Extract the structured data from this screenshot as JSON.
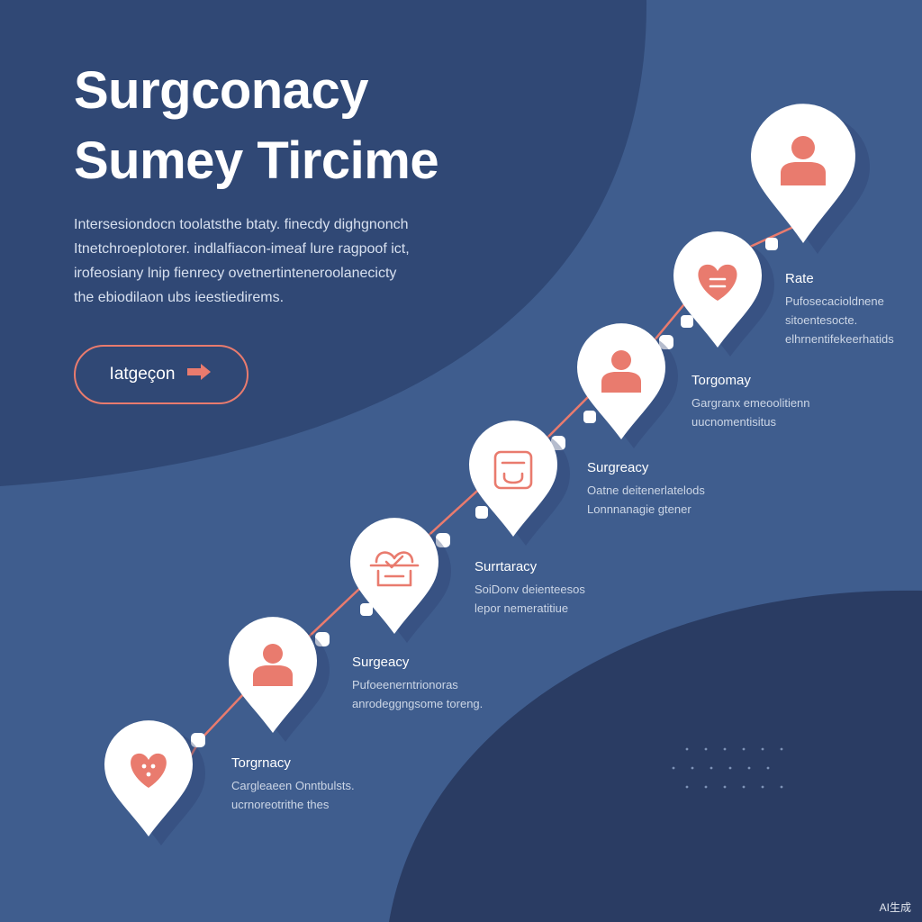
{
  "colors": {
    "background": "#3f5d8e",
    "dark_panel": "#2b3e66",
    "accent": "#e97b6e",
    "pin": "#ffffff"
  },
  "header": {
    "title_line1": "Surgconacy",
    "title_line2": "Sumey Tircime",
    "intro_lines": [
      "Intersesiondocn toolatsthe btaty. finecdy dighgnonch",
      "Itnetchroeplotorer. indlalfiacon-imeaf lure ragpoof ict,",
      "irofeosiany lnip fienrecy ovetnertinteneroolanecicty",
      "the ebiodilaon ubs ieestiedirems."
    ]
  },
  "cta": {
    "label": "Iatgeçon",
    "icon": "arrow-right-icon"
  },
  "timeline": {
    "steps": [
      {
        "title": "Torgrnacy",
        "desc_lines": [
          "Cargleaeen Onntbulsts.",
          "ucrnoreotrithe thes"
        ],
        "icon": "heart-dots-icon"
      },
      {
        "title": "Surgeacy",
        "desc_lines": [
          "Pufoeenerntrionoras",
          "anrodeggngsome toreng."
        ],
        "icon": "user-icon"
      },
      {
        "title": "Surrtaracy",
        "desc_lines": [
          "SoiDonv deienteesos",
          "lepor nemeratitiue"
        ],
        "icon": "heart-hands-icon"
      },
      {
        "title": "Surgreacy",
        "desc_lines": [
          "Oatne deitenerlatelods",
          "Lonnnanagie gtener"
        ],
        "icon": "document-icon"
      },
      {
        "title": "Torgomay",
        "desc_lines": [
          "Gargranx emeoolitienn",
          "uucnomentisitus"
        ],
        "icon": "user-icon"
      },
      {
        "title": "Rate",
        "desc_lines": [
          "Pufosecacioldnene",
          "sitoentesocte.",
          "elhrnentifekeerhatids"
        ],
        "icon": "heart-lines-icon"
      },
      {
        "icon": "user-icon"
      }
    ]
  },
  "watermark": "AI生成"
}
